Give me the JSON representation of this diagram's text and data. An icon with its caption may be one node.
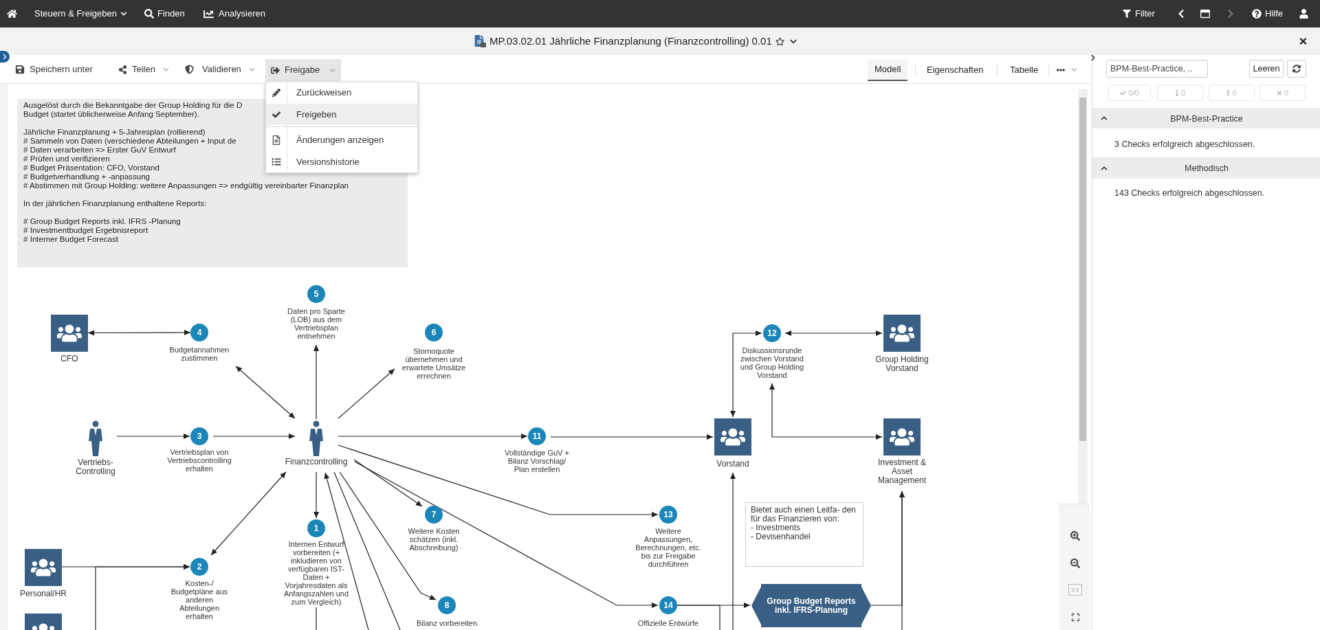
{
  "diagram": {
    "nodes": [
      {
        "text": [
          "Ausgelöst durch die Bekanntgabe der Group Holding für die D",
          "Budget (startet üblicherweise Anfang September).",
          "Jährliche Finanzplanung + 5-Jahresplan (rollierend)",
          "# Sammeln von Daten (verschiedene Abteilungen + Input de",
          "# Daten verarbeiten => Erster GuV Entwurf",
          "# Prüfen und verifizieren",
          "# Budget Präsentation: CFO, Vorstand",
          "# Budgetverhandlung + -anpassung",
          "# Abstimmen mit Group Holding: weitere Anpassungen => endgültig vereinbarter Finanzplan",
          "In der jährlichen Finanzplanung enthaltene Reports:",
          "# Group Budget Reports inkl. IFRS -Planung",
          "# Investmentbudget Ergebnisreport",
          "# Interner Budget Forecast"
        ]
      },
      {
        "text": [],
        "shape": "picture",
        "beside": [
          "CFO"
        ]
      },
      {
        "text": [
          "4"
        ],
        "beside": [
          "Budgetannahmen zustimmen"
        ]
      },
      {
        "text": [
          "5"
        ],
        "beside": [
          "Daten pro Sparte (LOB) aus dem Vertriebsplan entnehmen"
        ]
      },
      {
        "text": [
          "6"
        ],
        "beside": [
          "Stornoquote übernehmen und erwartete Umsätze errechnen"
        ]
      },
      {
        "text": [
          "12"
        ],
        "beside": [
          "Diskussionsrunde zwischen Vorstand und Group Holding Vorstand"
        ]
      },
      {
        "text": [],
        "shape": "picture",
        "beside": [
          "Group Holding Vorstand"
        ]
      },
      {
        "text": [],
        "shape": "person",
        "beside": [
          "Vertriebs- Controlling"
        ]
      },
      {
        "text": [
          "3"
        ],
        "beside": [
          "Vertriebsplan von Vertriebscontrolling erhalten"
        ]
      },
      {
        "text": [],
        "shape": "person",
        "beside": [
          "Finanzcontrolling"
        ]
      },
      {
        "text": [
          "11"
        ],
        "beside": [
          "Vollständige GuV + Bilanz Vorschlag/ Plan erstellen"
        ]
      },
      {
        "text": [],
        "shape": "picture",
        "beside": [
          "Vorstand"
        ]
      },
      {
        "text": [],
        "shape": "picture",
        "beside": [
          "Investment & Asset Management"
        ]
      },
      {
        "text": [
          "7"
        ],
        "beside": [
          "Weitere Kosten schätzen (inkl. Abschreibung)"
        ]
      },
      {
        "text": [
          "1"
        ],
        "beside": [
          "Internen Entwurf vorbereiten (+ inkludieren von verfügbaren IST- Daten + Vorjahresdaten als Anfangszahlen und zum Vergleich)"
        ]
      },
      {
        "text": [
          "13"
        ],
        "beside": [
          "Weitere Anpassungen, Berechnungen, etc. bis zur Freigabe durchführen"
        ]
      },
      {
        "text": [
          "Bietet auch einen Leitfa- den für das Finanzieren von:",
          "- Investments",
          "- Devisenhandel"
        ]
      },
      {
        "text": [],
        "shape": "picture",
        "beside": [
          "Personal/HR"
        ]
      },
      {
        "text": [
          "2"
        ],
        "beside": [
          "Kosten-/ Budgetpläne aus anderen Abteilungen erhalten"
        ]
      },
      {
        "text": [
          "8"
        ],
        "beside": [
          "Bilanz vorbereiten"
        ]
      },
      {
        "text": [
          "14"
        ],
        "beside": [
          "Offizielle Entwürfe"
        ]
      },
      {
        "text": [
          "Group Budget Reports inkl. IFRS-Planung"
        ]
      },
      {
        "text": [],
        "shape": "picture"
      }
    ],
    "edges": [
      {
        "from": 1,
        "to": 2,
        "arrow": "both"
      },
      {
        "from": 2,
        "to": 9,
        "arrow": "both"
      },
      {
        "from": 9,
        "to": 3,
        "arrow": "to"
      },
      {
        "from": 9,
        "to": 4,
        "arrow": "to"
      },
      {
        "from": 7,
        "to": 8,
        "arrow": "to"
      },
      {
        "from": 8,
        "to": 9,
        "arrow": "to"
      },
      {
        "from": 9,
        "to": 10,
        "arrow": "to"
      },
      {
        "from": 10,
        "to": 11,
        "arrow": "to"
      },
      {
        "from": 11,
        "to": 5,
        "arrow": "both"
      },
      {
        "from": 5,
        "to": 6,
        "arrow": "both"
      },
      {
        "from": 5,
        "to": 12,
        "arrow": "both"
      },
      {
        "from": 9,
        "to": 14,
        "arrow": "to"
      },
      {
        "from": 9,
        "to": 15,
        "arrow": "to"
      },
      {
        "from": 9,
        "to": 19,
        "arrow": "to"
      },
      {
        "from": 9,
        "to": 13,
        "arrow": "to"
      },
      {
        "from": 9,
        "to": 20,
        "arrow": "to"
      },
      {
        "from": 18,
        "to": 9,
        "arrow": "both"
      },
      {
        "from": 17,
        "to": 18,
        "arrow": "to"
      },
      {
        "from": null,
        "to": 18,
        "arrow": "to"
      },
      {
        "from": null,
        "to": 9,
        "arrow": "to"
      },
      {
        "from": 9,
        "to": null,
        "arrow": "none"
      },
      {
        "from": 14,
        "to": null,
        "arrow": "none"
      },
      {
        "from": 20,
        "to": 21,
        "arrow": "to"
      },
      {
        "from": 21,
        "to": 12,
        "arrow": "to"
      },
      {
        "from": null,
        "to": 11,
        "arrow": "to"
      },
      {
        "from": 20,
        "to": null,
        "arrow": "none"
      },
      {
        "from": null,
        "to": 12,
        "arrow": "to"
      }
    ],
    "labels": [
      "Steuern & Freigeben",
      "Finden",
      "Analysieren",
      "Filter",
      "Hilfe",
      "MP.03.02.01 Jährliche Finanzplanung (Finanzcontrolling) 0.01",
      "Speichern unter",
      "Teilen",
      "Validieren",
      "Freigabe",
      "Modell",
      "Eigenschaften",
      "Tabelle",
      "BPM-Best-Practice, ..",
      "Leeren",
      "Zurückweisen",
      "0/0",
      "0",
      "0",
      "0",
      "Freigeben",
      "BPM-Best-Practice",
      "Änderungen anzeigen",
      "3 Checks erfolgreich abgeschlossen.",
      "Versionshistorie",
      "Methodisch",
      "143 Checks erfolgreich abgeschlossen.",
      "1:1"
    ]
  }
}
